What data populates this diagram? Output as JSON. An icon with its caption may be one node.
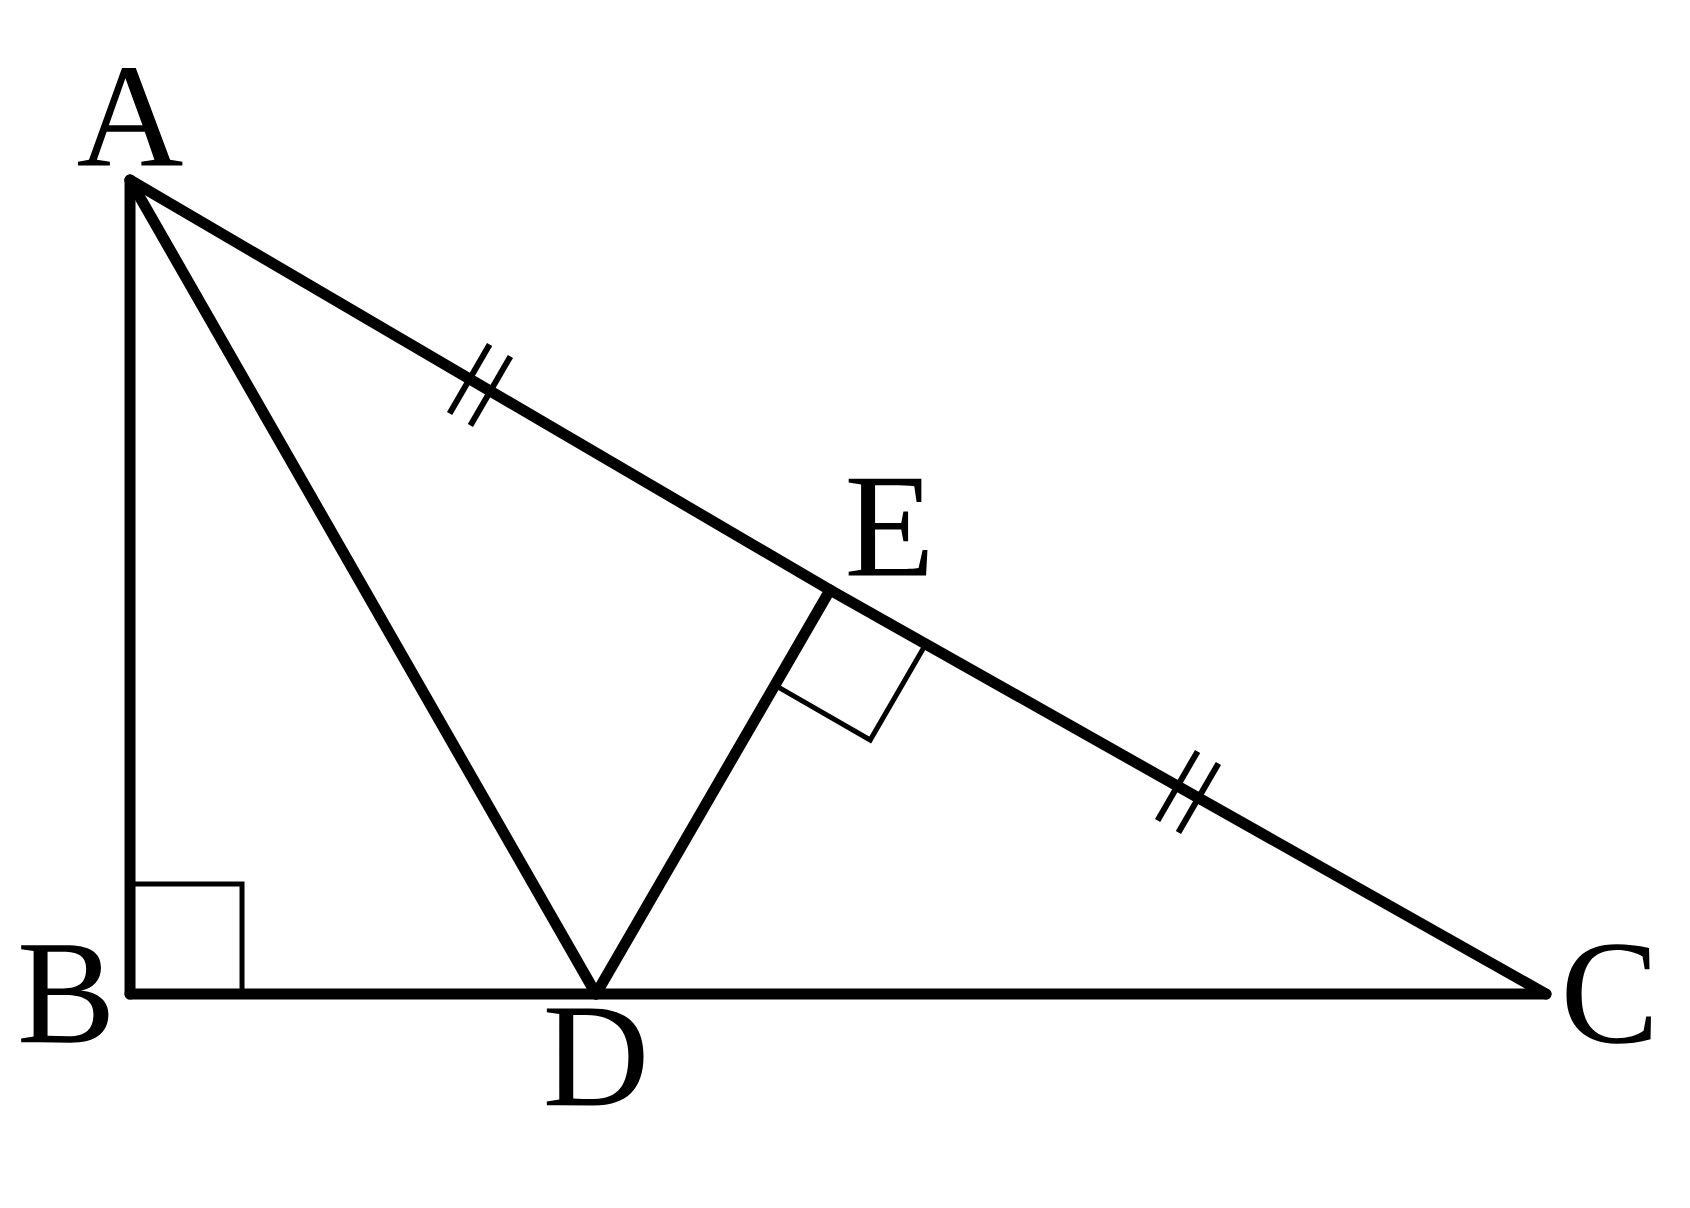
{
  "diagram": {
    "nodes": [
      {
        "text": [
          "A"
        ]
      },
      {
        "text": [
          "E"
        ]
      },
      {
        "text": [
          "B"
        ]
      },
      {
        "text": [
          "D"
        ]
      },
      {
        "text": [
          "C"
        ]
      }
    ],
    "edges": [
      {
        "from": 0,
        "to": 2,
        "arrow": "none"
      },
      {
        "from": 2,
        "to": 3,
        "arrow": "none"
      },
      {
        "from": 3,
        "to": 4,
        "arrow": "none"
      },
      {
        "from": 0,
        "to": 1,
        "arrow": "none"
      },
      {
        "from": 1,
        "to": 4,
        "arrow": "none"
      },
      {
        "from": 0,
        "to": 3,
        "arrow": "none"
      },
      {
        "from": 3,
        "to": 1,
        "arrow": "none"
      }
    ]
  }
}
